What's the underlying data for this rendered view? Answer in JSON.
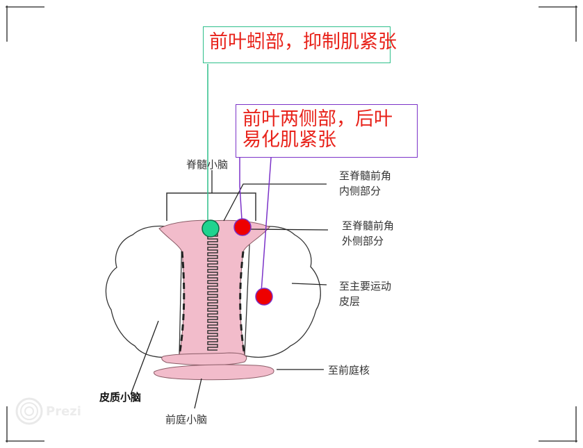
{
  "callouts": {
    "vermis": "前叶蚓部，抑制肌紧张",
    "lateral_line1": "前叶两侧部，后叶",
    "lateral_line2": "易化肌紧张"
  },
  "labels": {
    "spinocerebellum": "脊髓小脑",
    "medial_line1": "至脊髓前角",
    "medial_line2": "内侧部分",
    "lateral_line1": "至脊髓前角",
    "lateral_line2": "外侧部分",
    "motor_line1": "至主要运动",
    "motor_line2": "皮层",
    "vestibular_nucleus": "至前庭核",
    "cerebrocerebellum": "皮质小脑",
    "vestibulocerebellum": "前庭小脑"
  },
  "watermark": "Prezi",
  "colors": {
    "callout_text": "#e8231b",
    "vermis_border": "#2dbf8a",
    "lateral_border": "#7b32c8",
    "marker_green": "#1fd38f",
    "marker_red": "#ee0000",
    "pink_region": "#f2bccb"
  }
}
